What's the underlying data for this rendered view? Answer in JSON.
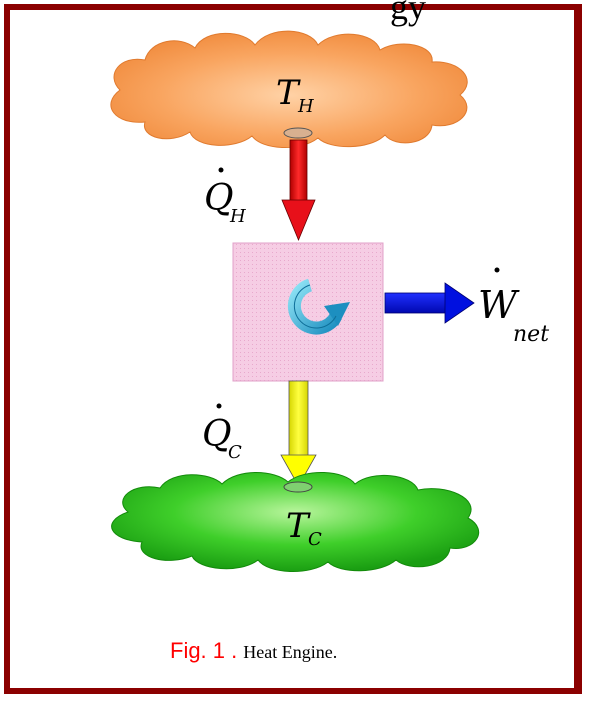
{
  "header_fragment": "gy",
  "hot_reservoir": {
    "symbol": "T",
    "subscript": "H",
    "color": "#f7a15a"
  },
  "cold_reservoir": {
    "symbol": "T",
    "subscript": "C",
    "color": "#2bbf1c"
  },
  "heat_in": {
    "symbol": "Q",
    "subscript": "H",
    "arrow_color": "#e8101a"
  },
  "heat_out": {
    "symbol": "Q",
    "subscript": "C",
    "arrow_color": "#ffff00"
  },
  "work_out": {
    "symbol": "W",
    "subscript": "net",
    "arrow_color": "#0010e0"
  },
  "engine": {
    "box_color": "#f4c6e0",
    "cycle_icon": "cycle-arrow-icon"
  },
  "caption": {
    "label": "Fig. 1 .",
    "text": "Heat Engine."
  },
  "frame_color": "#8b0000"
}
